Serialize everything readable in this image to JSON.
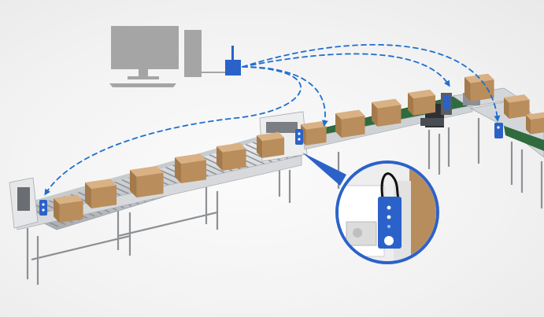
{
  "colors": {
    "accent": "#1f5fbf",
    "link": "#1f6fcf",
    "device": "#2b62c9",
    "computer": "#a5a5a5",
    "belt_green": "#2f6b3e",
    "box": "#c79a67",
    "frame": "#d7d9dc"
  },
  "nodes": {
    "computer": {
      "icon": "desktop-computer-icon"
    },
    "gateway": {
      "icon": "wireless-gateway-icon"
    },
    "sensors": [
      {
        "icon": "wireless-sensor-icon"
      },
      {
        "icon": "wireless-sensor-icon"
      },
      {
        "icon": "wireless-sensor-icon"
      },
      {
        "icon": "wireless-sensor-icon"
      }
    ]
  },
  "links": [
    {
      "from": "gateway",
      "to": "sensor-1"
    },
    {
      "from": "gateway",
      "to": "sensor-2"
    },
    {
      "from": "gateway",
      "to": "sensor-3"
    },
    {
      "from": "gateway",
      "to": "sensor-4"
    }
  ],
  "callout": {
    "icon": "sensor-closeup-icon"
  }
}
